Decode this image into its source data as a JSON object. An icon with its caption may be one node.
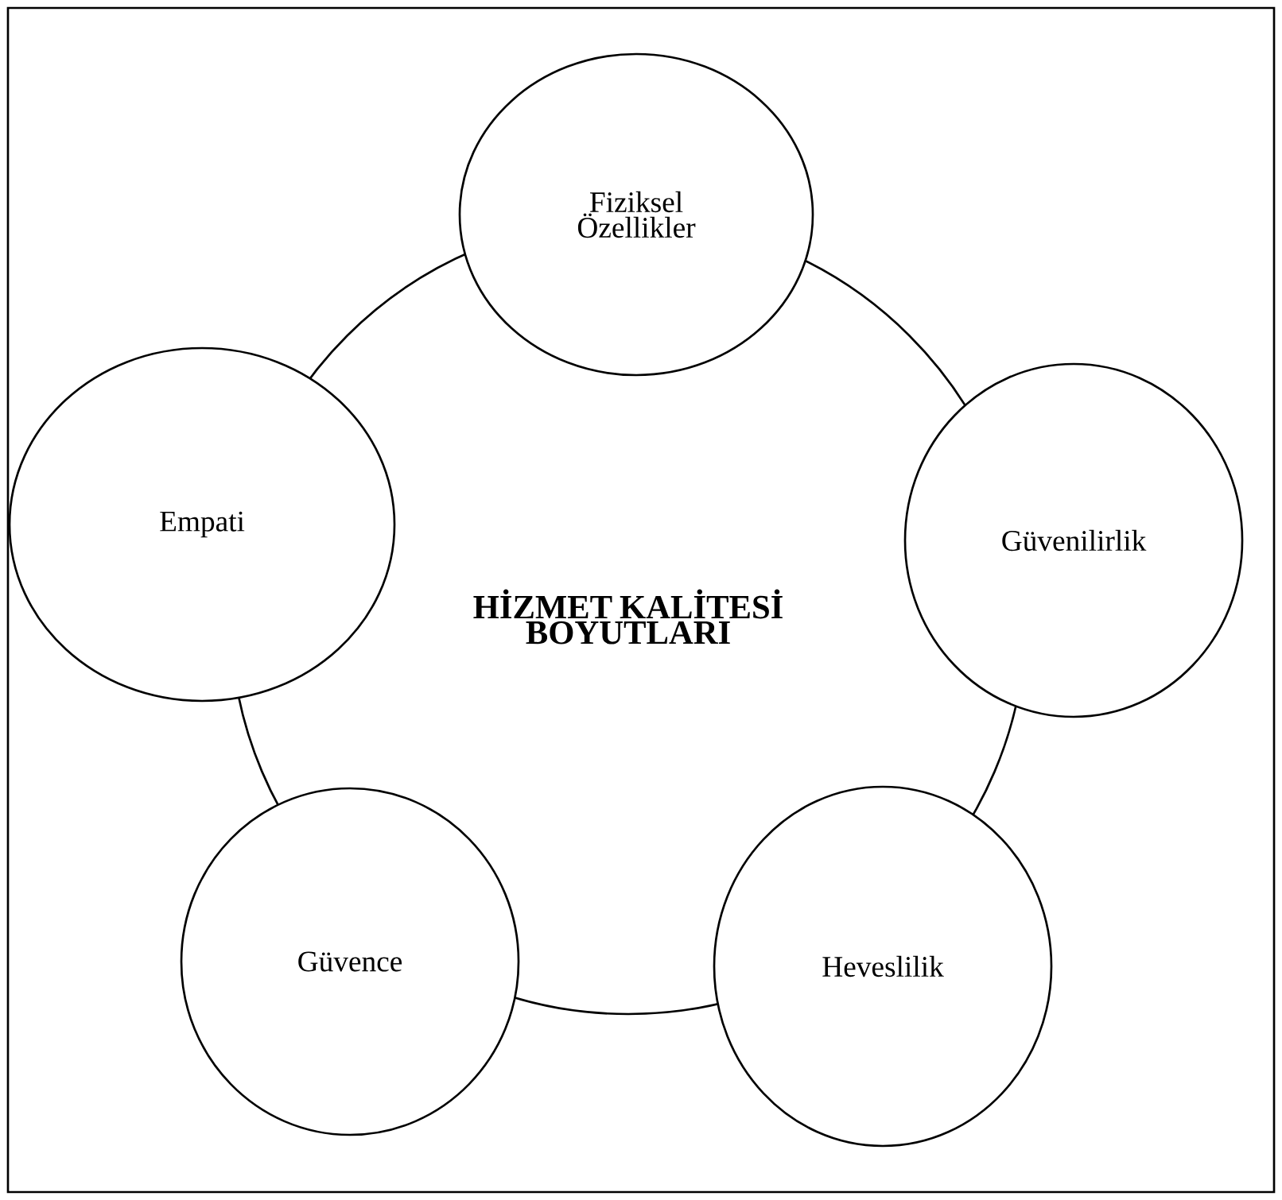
{
  "diagram": {
    "nodes": [
      {
        "text": [
          "HİZMET KALİTESİ BOYUTLARI"
        ]
      },
      {
        "text": [
          "Fiziksel Özellikler"
        ]
      },
      {
        "text": [
          "Güvenilirlik"
        ]
      },
      {
        "text": [
          "Heveslilik"
        ]
      },
      {
        "text": [
          "Güvence"
        ]
      },
      {
        "text": [
          "Empati"
        ]
      }
    ]
  }
}
